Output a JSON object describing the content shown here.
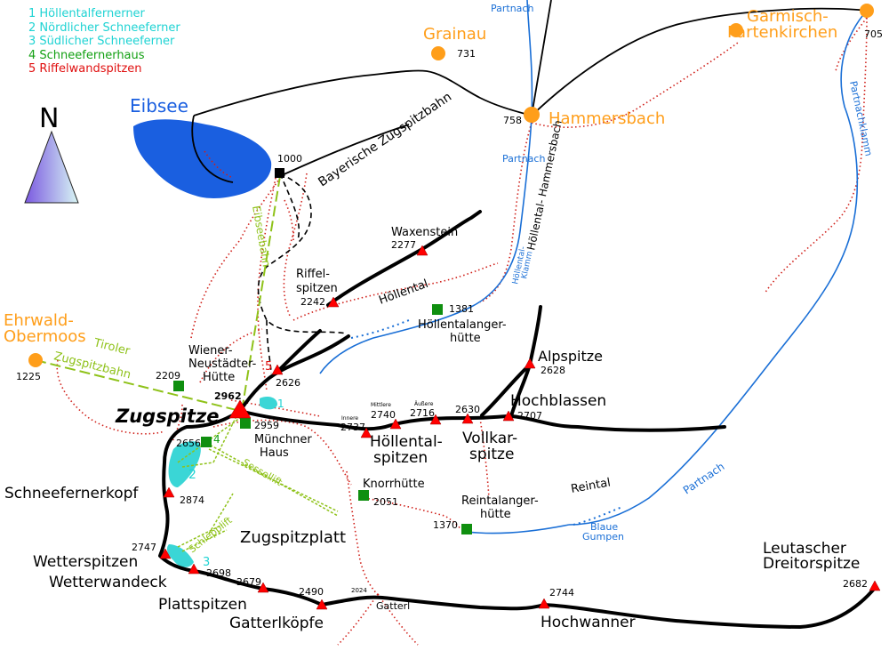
{
  "legend": [
    {
      "label": "1 Höllentalfernerner",
      "color": "#1fd3d3"
    },
    {
      "label": "2 Nördlicher Schneeferner",
      "color": "#1fd3d3"
    },
    {
      "label": "3 Südlicher Schneeferner",
      "color": "#1fd3d3"
    },
    {
      "label": "4 Schneefernerhaus",
      "color": "#13a013"
    },
    {
      "label": "5 Riffelwandspitzen",
      "color": "#e01010"
    }
  ],
  "compass": {
    "letter": "N"
  },
  "colors": {
    "ridge": "#000000",
    "peak": "#ff0000",
    "hut": "#0f8f0f",
    "river": "#1a6fd6",
    "glacier": "#3ad6d6",
    "lake": "#1a5fe0",
    "town": "#ff9e1a",
    "cableway": "#8fc21a",
    "trail": "#d0201a"
  },
  "labels": {
    "eibsee": "Eibsee",
    "grainau": "Grainau",
    "grainau_elev": "731",
    "garmisch_1": "Garmisch-",
    "garmisch_2": "Partenkirchen",
    "garmisch_elev": "705",
    "hammersbach": "Hammersbach",
    "hammersbach_elev": "758",
    "ehrwald_1": "Ehrwald-",
    "ehrwald_2": "Obermoos",
    "ehrwald_elev": "1225",
    "partnach_top": "Partnach",
    "partnach_town": "Partnach",
    "partnachklamm": "Partnachklamm",
    "partnach_river": "Partnach",
    "hoellental_hammersbach_1": "Höllental- Hammersbach",
    "hoellental_hammersbach_2": "Klamm",
    "hoellentalklamm_1": "Höllental-",
    "hoellentalklamm_2": "Klamm",
    "bayerische_zugspitzbahn": "Bayerische Zugspitzbahn",
    "eibseebahn": "Eibseebahn",
    "tiroler": "Tiroler",
    "zugspitzbahn": "Zugspitzbahn",
    "station_1000": "1000",
    "waxenstein": "Waxenstein",
    "waxenstein_elev": "2277",
    "riffel_1": "Riffel-",
    "riffel_2": "spitzen",
    "riffel_elev": "2242",
    "hoellental": "Höllental",
    "hoellentalanger_hut_elev": "1381",
    "hoellentalanger_1": "Höllentalanger-",
    "hoellentalanger_2": "hütte",
    "wiener_1": "Wiener-",
    "wiener_2": "Neustädter-",
    "wiener_3": "Hütte",
    "wiener_elev": "2209",
    "five": "5",
    "riffelwand_elev": "2626",
    "alpspitze": "Alpspitze",
    "alpspitze_elev": "2628",
    "zugspitze": "Zugspitze",
    "zugspitze_elev": "2962",
    "one": "1",
    "muenchner_elev": "2959",
    "muenchner_1": "Münchner",
    "muenchner_2": "Haus",
    "innere": "Innere",
    "innere_elev": "2737",
    "mittlere": "Mittlere",
    "mittlere_elev": "2740",
    "aeussere": "Äußere",
    "aeussere_elev": "2716",
    "vollkar_elev": "2630",
    "hochblassen": "Hochblassen",
    "hochblassen_elev": "2707",
    "hoellentalspitzen_1": "Höllental-",
    "hoellentalspitzen_2": "spitzen",
    "vollkar_1": "Vollkar-",
    "vollkar_2": "spitze",
    "four": "4",
    "schneeferner_elev": "2656",
    "two": "2",
    "sessellift": "Sessellift",
    "schneefernerkopf": "Schneefernerkopf",
    "schneefernerkopf_elev": "2874",
    "knorr_1": "Knorrhütte",
    "knorr_elev": "2051",
    "reintal": "Reintal",
    "reintalanger_1": "Reintalanger-",
    "reintalanger_2": "hütte",
    "reintalanger_elev": "1370",
    "blaue_1": "Blaue",
    "blaue_2": "Gumpen",
    "schlepplift": "Schlepplift",
    "zugspitzplatt": "Zugspitzplatt",
    "wetterspitzen_elev": "2747",
    "wetterspitzen": "Wetterspitzen",
    "three": "3",
    "wetterwandeck": "Wetterwandeck",
    "wetterwandeck_elev": "2698",
    "plattspitzen_elev": "2679",
    "plattspitzen": "Plattspitzen",
    "gatterl_elev1": "2490",
    "gatterl_elev2": "2024",
    "gatterl": "Gatterl",
    "gatterlkoepfe": "Gatterlköpfe",
    "hochwanner_elev": "2744",
    "hochwanner": "Hochwanner",
    "leutascher_1": "Leutascher",
    "leutascher_2": "Dreitorspitze",
    "leutascher_elev": "2682"
  }
}
